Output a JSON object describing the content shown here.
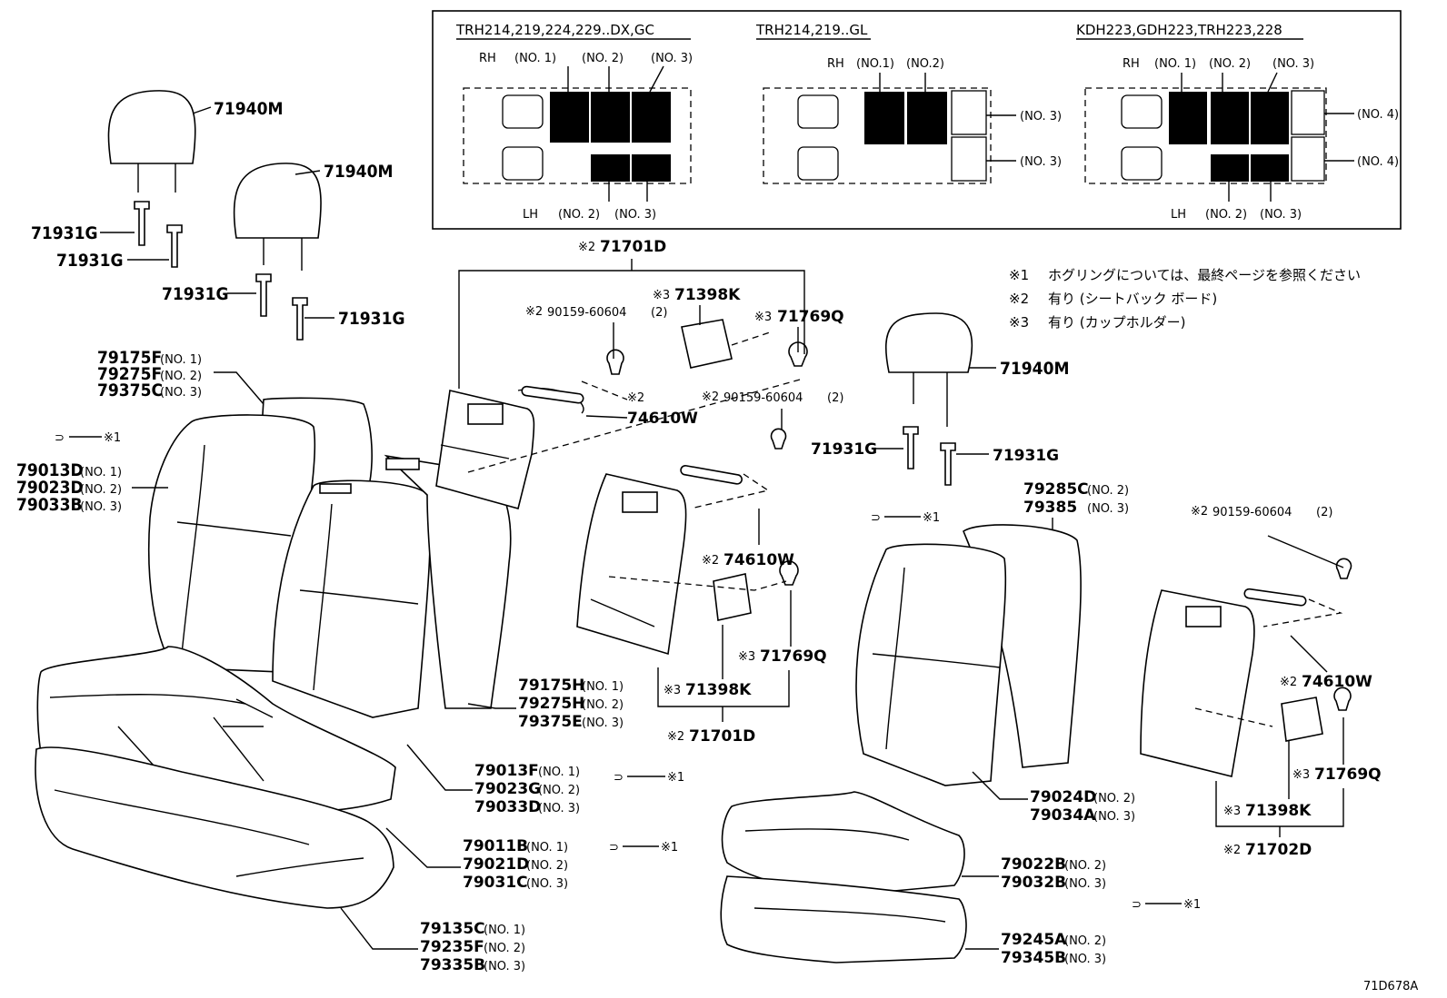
{
  "inset": {
    "groups": [
      {
        "header": "TRH214,219,224,229..DX,GC",
        "rh": "RH",
        "lh": "LH",
        "top_labels": [
          "(NO. 1)",
          "(NO. 2)",
          "(NO. 3)"
        ],
        "bottom_labels": [
          "(NO. 2)",
          "(NO. 3)"
        ]
      },
      {
        "header": "TRH214,219..GL",
        "rh": "RH",
        "top_labels": [
          "(NO.1)",
          "(NO.2)"
        ],
        "side_labels": [
          "(NO. 3)",
          "(NO. 3)"
        ]
      },
      {
        "header": "KDH223,GDH223,TRH223,228",
        "rh": "RH",
        "lh": "LH",
        "top_labels": [
          "(NO. 1)",
          "(NO. 2)",
          "(NO. 3)"
        ],
        "bottom_labels": [
          "(NO. 2)",
          "(NO. 3)"
        ],
        "side_labels": [
          "(NO. 4)",
          "(NO. 4)"
        ]
      }
    ]
  },
  "notes": [
    {
      "mark": "※1",
      "text": "ホグリングについては、最終ページを参照ください"
    },
    {
      "mark": "※2",
      "text": "有り (シートバック ボード)"
    },
    {
      "mark": "※3",
      "text": "有り (カップホルダー)"
    }
  ],
  "marks": {
    "m1": "※1",
    "m2": "※2",
    "m3": "※3"
  },
  "parts": {
    "p71940M": "71940M",
    "p71931G": "71931G",
    "p71701D": "71701D",
    "p71702D": "71702D",
    "p71398K": "71398K",
    "p71769Q": "71769Q",
    "p74610W": "74610W",
    "p90159": "90159-60604",
    "p90159q": "(2)",
    "p79175F": "79175F",
    "p79275F": "79275F",
    "p79375C": "79375C",
    "p79013D": "79013D",
    "p79023D": "79023D",
    "p79033B": "79033B",
    "p79175H": "79175H",
    "p79275H": "79275H",
    "p79375E": "79375E",
    "p79013F": "79013F",
    "p79023G": "79023G",
    "p79033D": "79033D",
    "p79011B": "79011B",
    "p79021D": "79021D",
    "p79031C": "79031C",
    "p79135C": "79135C",
    "p79235F": "79235F",
    "p79335B": "79335B",
    "p79285C": "79285C",
    "p79385": "79385",
    "p79024D": "79024D",
    "p79034A": "79034A",
    "p79022B": "79022B",
    "p79032B": "79032B",
    "p79245A": "79245A",
    "p79345B": "79345B"
  },
  "pos": {
    "no1": "(NO. 1)",
    "no2": "(NO. 2)",
    "no3": "(NO. 3)"
  },
  "figure_code": "71D678A"
}
